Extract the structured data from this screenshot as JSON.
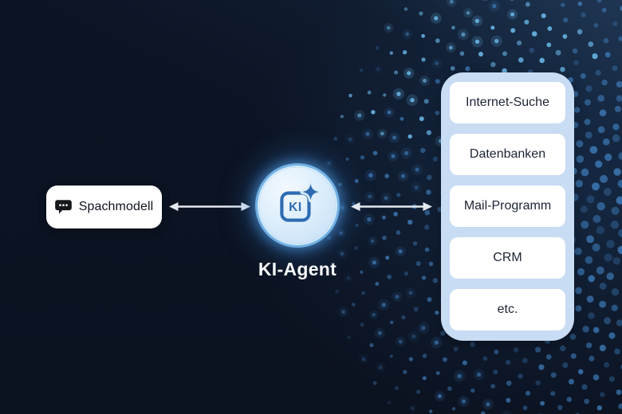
{
  "background": {
    "base_color": "#0c1424",
    "dot_color": "#3f7fbe",
    "dot_bright_color": "#63aede"
  },
  "diagram": {
    "model_box": {
      "label": "Spachmodell",
      "icon": "speech-bubble-icon"
    },
    "agent": {
      "label": "KI-Agent",
      "monogram": "KI",
      "icon": "ki-sparkle-badge-icon"
    },
    "arrows": {
      "left": "double-headed-arrow-icon",
      "right": "double-headed-arrow-icon"
    },
    "tools_panel": {
      "items": [
        {
          "label": "Internet-Suche"
        },
        {
          "label": "Datenbanken"
        },
        {
          "label": "Mail-Programm"
        },
        {
          "label": "CRM"
        },
        {
          "label": "etc."
        }
      ]
    }
  },
  "colors": {
    "accent_blue": "#2e6cb2",
    "glow_blue": "#6db6f0",
    "panel_bg": "#c8dcf3",
    "card_bg": "#ffffff",
    "card_text": "#1b2433",
    "agent_label_text": "#f7fafd",
    "arrow": "#e4e8ef"
  }
}
